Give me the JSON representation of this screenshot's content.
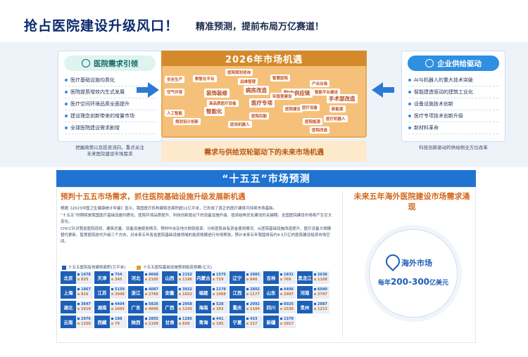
{
  "header": {
    "title": "抢占医院建设升级风口！",
    "subtitle": "精准预测，提前布局万亿赛道！"
  },
  "demand": {
    "title": "医院需求引领",
    "items": [
      "医疗基础设施均质化",
      "医院提质增效内生式发展",
      "医疗空间环境品质全面提升",
      "建设理念创新带来的增量市场",
      "全球医院建设需求剧增"
    ],
    "note": "把握政策以及投资流向，重点关注未来医院建设市场需求"
  },
  "supply": {
    "title": "企业供给驱动",
    "items": [
      "AI与机器人的重大技术突破",
      "智能建造驱动的建筑工业化",
      "设备设施技术创新",
      "医疗专项技术创新升级",
      "新材料革命"
    ],
    "note": "科技创新驱动的供给侧全方位改革"
  },
  "market": {
    "title": "2026年市场机遇",
    "footer": "需求与供给双轮驱动下的未来市场机遇",
    "tags": [
      "医院规划咨询",
      "智慧医院",
      "安全生产",
      "数智化平台",
      "运维管理",
      "病房改造",
      "产业出海",
      "空气环境",
      "智能平台建设",
      "院内供应链",
      "装饰装修",
      "手术部改造",
      "实验室建设",
      "医疗专项",
      "人工智能",
      "医院建设",
      "智能化",
      "医疗设备",
      "规划设计创新",
      "医用机器人",
      "高品质医疗设备",
      "医院后勤",
      "新能源",
      "医疗机器人",
      "医院能源",
      "医院改造"
    ]
  },
  "forecast": {
    "title": "“十五五”市场预测",
    "section_title": "预判十五五市场需求，抓住医院基础设施升级发展新机遇",
    "paragraphs": [
      "根据《2023中国卫生健康统计年鉴》显示，我国医疗机构建筑总面积超11亿平米，已形成了真正的医疗建筑可持续市场基础。",
      "“十五五”时期将是我国医疗基础设施均质化、医院环境品质提升、科技创新驱动下的设备设施升级、投资结构优化建设的关键期。全国医院建设市场将产生巨大变化。",
      "CHCC针对我省医院现状、建筑总量、设备设施使用情况、预判中央及地方财政投资、分析医院自有资金使用情况、从医院基础设施改造提升、医疗设备大规模替代更新、智慧医院迭代升级三个方向，对未来五年各省医院基础设施领域的投资规模进行市场预测，预计未来五年我国将有约4.5万亿的医院建设投资市场空间。"
    ],
    "legend_area": "十五五医院有效建筑面积(万平米)",
    "legend_invest": "十五五医院基础设施预测投资规模(亿元)",
    "provinces": [
      {
        "name": "北京",
        "area": "1478",
        "invest": "835"
      },
      {
        "name": "天津",
        "area": "754",
        "invest": "345"
      },
      {
        "name": "河北",
        "area": "4668",
        "invest": "2185"
      },
      {
        "name": "山西",
        "area": "2152",
        "invest": "1196"
      },
      {
        "name": "内蒙古",
        "area": "1575",
        "invest": "729"
      },
      {
        "name": "辽宁",
        "area": "2883",
        "invest": "840"
      },
      {
        "name": "吉林",
        "area": "1831",
        "invest": "769"
      },
      {
        "name": "黑龙江",
        "area": "2638",
        "invest": "1108"
      },
      {
        "name": "上海",
        "area": "1867",
        "invest": "816"
      },
      {
        "name": "江苏",
        "area": "5159",
        "invest": "2940"
      },
      {
        "name": "浙江",
        "area": "4087",
        "invest": "2789"
      },
      {
        "name": "安徽",
        "area": "3932",
        "invest": "1652"
      },
      {
        "name": "福建",
        "area": "2178",
        "invest": "1068"
      },
      {
        "name": "江西",
        "area": "2802",
        "invest": "1177"
      },
      {
        "name": "山东",
        "area": "6406",
        "invest": "2907"
      },
      {
        "name": "河南",
        "area": "6040",
        "invest": "2747"
      },
      {
        "name": "湖北",
        "area": "3647",
        "invest": "1619"
      },
      {
        "name": "湖南",
        "area": "4404",
        "invest": "1665"
      },
      {
        "name": "广东",
        "area": "5826",
        "invest": "4006"
      },
      {
        "name": "广西",
        "area": "2958",
        "invest": "1243"
      },
      {
        "name": "海南",
        "area": "528",
        "invest": "303"
      },
      {
        "name": "重庆",
        "area": "2092",
        "invest": "1184"
      },
      {
        "name": "四川",
        "area": "6025",
        "invest": "2530"
      },
      {
        "name": "贵州",
        "area": "2887",
        "invest": "1213"
      },
      {
        "name": "云南",
        "area": "2976",
        "invest": "1250"
      },
      {
        "name": "西藏",
        "area": "188",
        "invest": "79"
      },
      {
        "name": "陕西",
        "area": "2855",
        "invest": "1199"
      },
      {
        "name": "甘肃",
        "area": "1285",
        "invest": "658"
      },
      {
        "name": "青海",
        "area": "441",
        "invest": "185"
      },
      {
        "name": "宁夏",
        "area": "433",
        "invest": "227"
      },
      {
        "name": "新疆",
        "area": "1379",
        "invest": "1017"
      }
    ],
    "overseas_title": "未来五年海外医院建设市场需求涌现",
    "overseas_label": "海外市场",
    "overseas_range_prefix": "每年",
    "overseas_range": "200-300",
    "overseas_range_suffix": "亿美元"
  }
}
